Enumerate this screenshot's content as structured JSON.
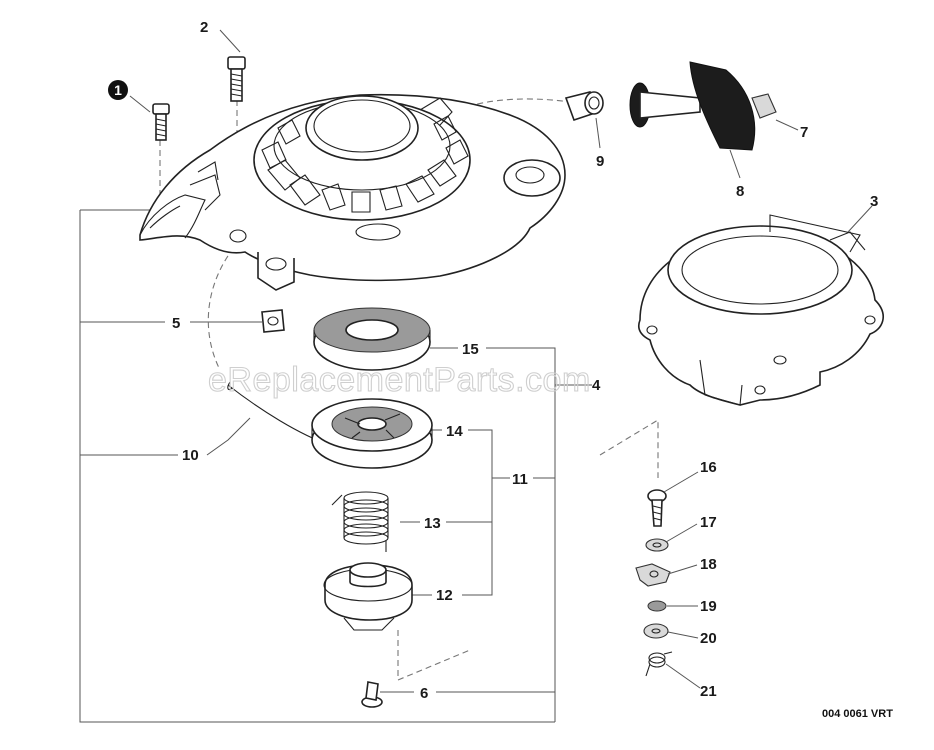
{
  "callouts": {
    "c1": "1",
    "c2": "2",
    "c3": "3",
    "c4": "4",
    "c5": "5",
    "c6": "6",
    "c7": "7",
    "c8": "8",
    "c9": "9",
    "c10": "10",
    "c11": "11",
    "c12": "12",
    "c13": "13",
    "c14": "14",
    "c15": "15",
    "c16": "16",
    "c17": "17",
    "c18": "18",
    "c19": "19",
    "c20": "20",
    "c21": "21"
  },
  "watermark": "eReplacementParts.com",
  "drawing_code": "004 0061 VRT",
  "colors": {
    "ink": "#1a1a1a",
    "leader": "#555555",
    "watermark": "#cfcfcf",
    "background": "#ffffff"
  }
}
